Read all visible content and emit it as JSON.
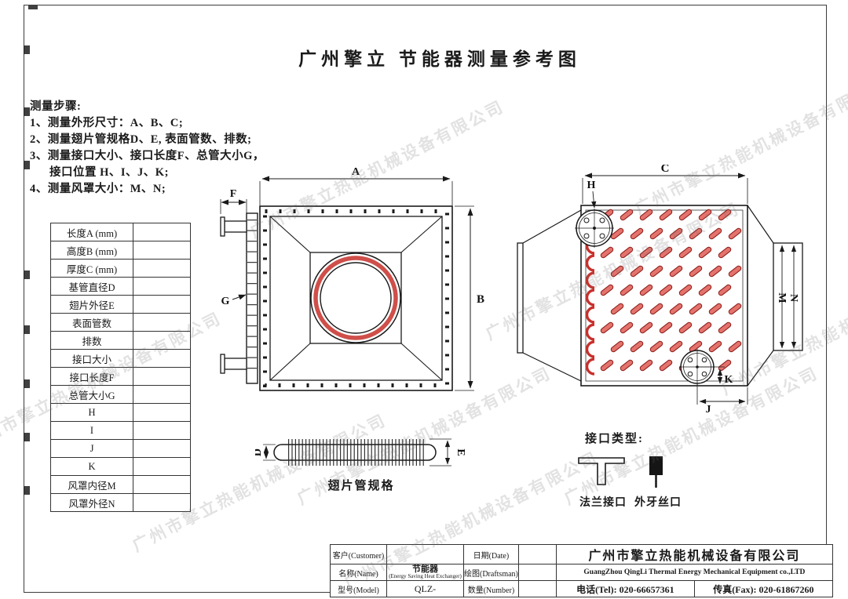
{
  "page": {
    "title": "广州擎立 节能器测量参考图"
  },
  "steps": {
    "heading": "测量步骤:",
    "lines": [
      "1、测量外形尺寸：A、B、C;",
      "2、测量翅片管规格D、E, 表面管数、排数;",
      "3、测量接口大小、接口长度F、总管大小G，",
      "接口位置 H、I、J、K;",
      "4、测量风罩大小：M、N;"
    ]
  },
  "measure_table": {
    "rows": [
      {
        "label": "长度A (mm)",
        "value": ""
      },
      {
        "label": "高度B (mm)",
        "value": ""
      },
      {
        "label": "厚度C (mm)",
        "value": ""
      },
      {
        "label": "基管直径D",
        "value": ""
      },
      {
        "label": "翅片外径E",
        "value": ""
      },
      {
        "label": "表面管数",
        "value": ""
      },
      {
        "label": "排数",
        "value": ""
      },
      {
        "label": "接口大小",
        "value": ""
      },
      {
        "label": "接口长度F",
        "value": ""
      },
      {
        "label": "总管大小G",
        "value": ""
      },
      {
        "label": "H",
        "value": ""
      },
      {
        "label": "I",
        "value": ""
      },
      {
        "label": "J",
        "value": ""
      },
      {
        "label": "K",
        "value": ""
      },
      {
        "label": "风罩内径M",
        "value": ""
      },
      {
        "label": "风罩外径N",
        "value": ""
      }
    ]
  },
  "front_view": {
    "dims": {
      "A": "A",
      "B": "B",
      "F": "F",
      "G": "G"
    }
  },
  "side_view": {
    "dims": {
      "C": "C",
      "H": "H",
      "M": "M",
      "N": "N",
      "J": "J",
      "K": "K"
    }
  },
  "finned_tube": {
    "caption": "翅片管规格",
    "dims": {
      "D": "D",
      "E": "E"
    }
  },
  "connections": {
    "heading": "接口类型:",
    "flange_label": "法兰接口",
    "thread_label": "外牙丝口"
  },
  "title_block": {
    "customer_label": "客户(Customer)",
    "date_label": "日期(Date)",
    "name_label": "名称(Name)",
    "name_value": "节能器",
    "name_value_sub": "(Energy Saving Heat Exchanger)",
    "draftsman_label": "绘图(Draftsman)",
    "model_label": "型号(Model)",
    "model_value": "QLZ-",
    "number_label": "数量(Number)",
    "company_cn": "广州市擎立热能机械设备有限公司",
    "company_en": "GuangZhou QingLi Thermal Energy Mechanical Equipment co.,LTD",
    "tel": "电话(Tel): 020-66657361",
    "fax": "传真(Fax): 020-61867260"
  },
  "watermark": {
    "text": "广州市擎立热能机械设备有限公司"
  },
  "colors": {
    "tube_red": "#e4736d",
    "ring_red": "#cf4f4a",
    "line": "#1a1a1a"
  }
}
